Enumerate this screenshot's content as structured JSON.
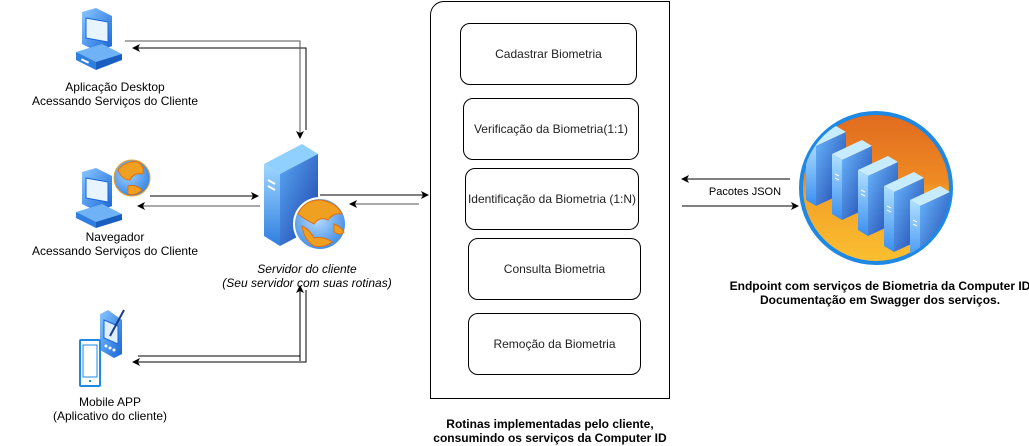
{
  "clients": {
    "desktop": {
      "icon": "desktop-computer-icon",
      "line1": "Aplicação Desktop",
      "line2": "Acessando Serviços do Cliente"
    },
    "browser": {
      "icon": "browser-globe-computer-icon",
      "line1": "Navegador",
      "line2": "Acessando Serviços do Cliente"
    },
    "mobile": {
      "icon": "mobile-device-icon",
      "line1": "Mobile APP",
      "line2": "(Aplicativo do cliente)"
    }
  },
  "server": {
    "icon": "web-server-icon",
    "line1": "Servidor do cliente",
    "line2": "(Seu servidor com suas rotinas)"
  },
  "routines": {
    "items": [
      "Cadastrar Biometria",
      "Verificação da Biometria(1:1)",
      "Identificação da Biometria (1:N)",
      "Consulta Biometria",
      "Remoção da Biometria"
    ],
    "caption_line1": "Rotinas implementadas pelo cliente,",
    "caption_line2": "consumindo os serviços da Computer ID"
  },
  "connection": {
    "label": "Pacotes JSON"
  },
  "endpoint": {
    "icon": "server-cluster-icon",
    "line1": "Endpoint com serviços de Biometria da Computer ID",
    "line2": "Documentação em Swagger dos serviços."
  },
  "colors": {
    "icon_blue": "#2f7fe0",
    "globe_orange": "#f0a020",
    "circle_border": "#1e88e5"
  }
}
